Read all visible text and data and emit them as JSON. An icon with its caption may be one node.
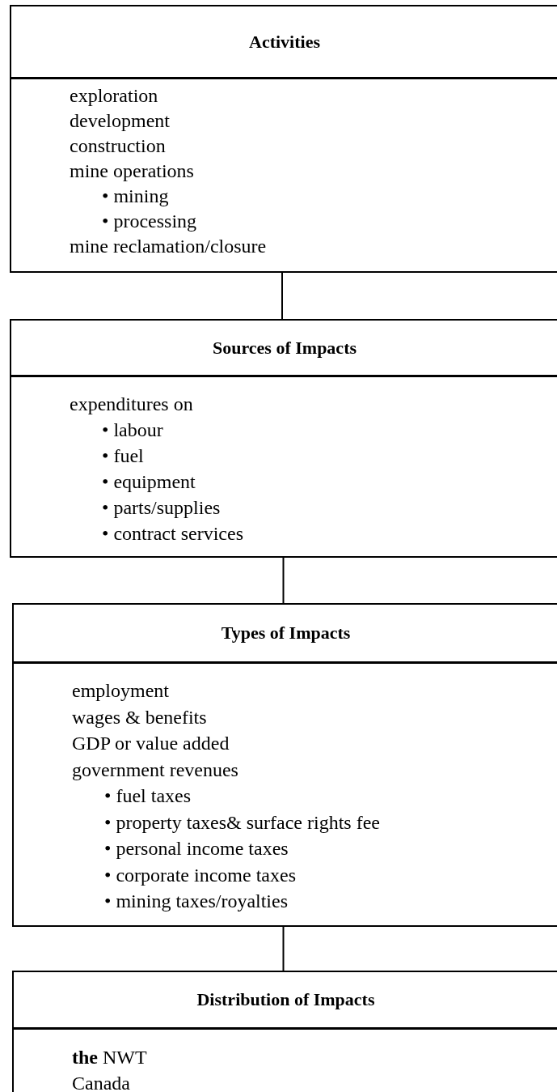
{
  "diagram": {
    "nodes": [
      {
        "text": [
          "Activities",
          "exploration",
          "development",
          "construction",
          "mine operations",
          "• mining",
          "• processing",
          "mine reclamation/closure"
        ]
      },
      {
        "text": [
          "Sources of Impacts",
          "expenditures on",
          "• labour",
          "• fuel",
          "• equipment",
          "• parts/supplies",
          "• contract services"
        ]
      },
      {
        "text": [
          "Types of Impacts",
          "employment",
          "wages & benefits",
          "GDP or value added",
          "government revenues",
          "• fuel taxes",
          "• property taxes& surface rights fee",
          "• personal income taxes",
          "• corporate income taxes",
          "• mining taxes/royalties"
        ]
      },
      {
        "text": [
          "Distribution of Impacts",
          "**the** NWT",
          "Canada"
        ]
      }
    ],
    "edges": [
      {
        "from": 0,
        "to": 1,
        "arrow": "none"
      },
      {
        "from": 1,
        "to": 2,
        "arrow": "none"
      },
      {
        "from": 2,
        "to": 3,
        "arrow": "none"
      }
    ]
  }
}
